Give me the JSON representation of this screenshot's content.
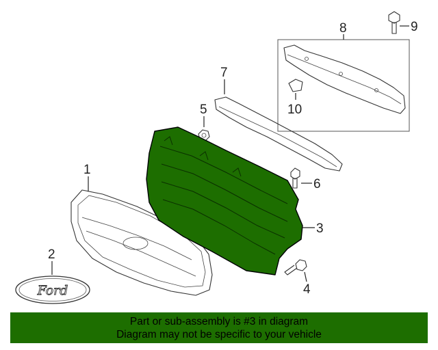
{
  "diagram": {
    "callouts": {
      "c1": "1",
      "c2": "2",
      "c3": "3",
      "c4": "4",
      "c5": "5",
      "c6": "6",
      "c7": "7",
      "c8": "8",
      "c9": "9",
      "c10": "10"
    },
    "emblem_text": "Ford",
    "highlight_color": "#1d6e00"
  },
  "footer": {
    "line1": "Part or sub-assembly is #3 in diagram",
    "line2": "Diagram may not be specific to your vehicle",
    "background": "#1d6e00"
  }
}
